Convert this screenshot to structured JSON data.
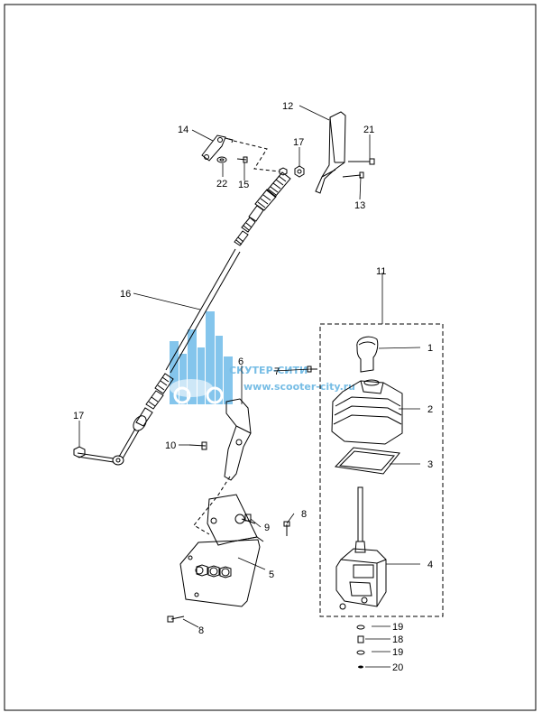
{
  "callouts": [
    "1",
    "2",
    "3",
    "4",
    "5",
    "6",
    "7",
    "8",
    "8",
    "9",
    "10",
    "11",
    "12",
    "13",
    "14",
    "15",
    "16",
    "17",
    "17",
    "19",
    "18",
    "19",
    "20",
    "21",
    "22"
  ],
  "watermark": {
    "line1": "СКУТЕР-СИТИ",
    "line2": "www.scooter-city.ru",
    "color": "#4aa8dd"
  },
  "colors": {
    "line": "#000000",
    "frame": "#000000"
  }
}
